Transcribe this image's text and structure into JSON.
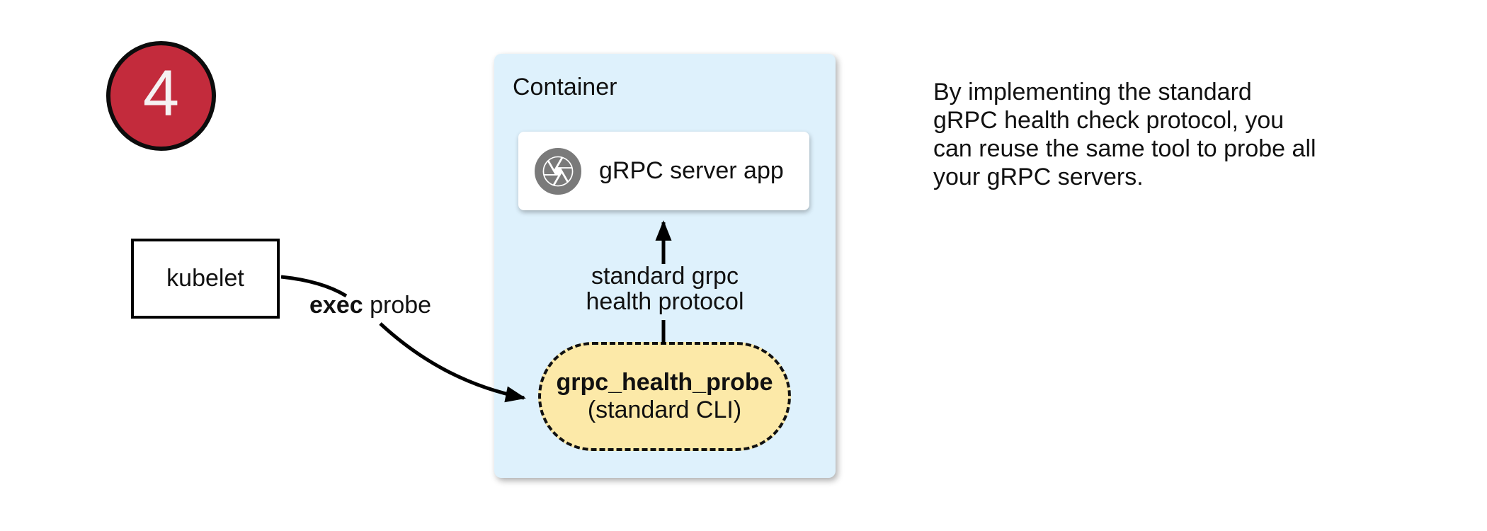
{
  "badge": {
    "number": "4"
  },
  "kubelet": {
    "label": "kubelet"
  },
  "exec_probe": {
    "bold": "exec",
    "rest": " probe"
  },
  "container": {
    "title": "Container",
    "server_app": {
      "label": "gRPC server app",
      "icon": "aperture-shutter-icon"
    },
    "protocol_label": {
      "line1": "standard grpc",
      "line2": "health protocol"
    },
    "probe_pill": {
      "name": "grpc_health_probe",
      "subtitle": "(standard CLI)"
    }
  },
  "note": {
    "lines": [
      "By implementing the standard",
      "gRPC health check protocol, you",
      "can reuse the same tool to probe all",
      "your gRPC servers."
    ]
  },
  "colors": {
    "badge_red": "#c32b3c",
    "container_blue": "#def1fc",
    "pill_yellow": "#fce9a8",
    "icon_gray": "#7a7a7a"
  }
}
